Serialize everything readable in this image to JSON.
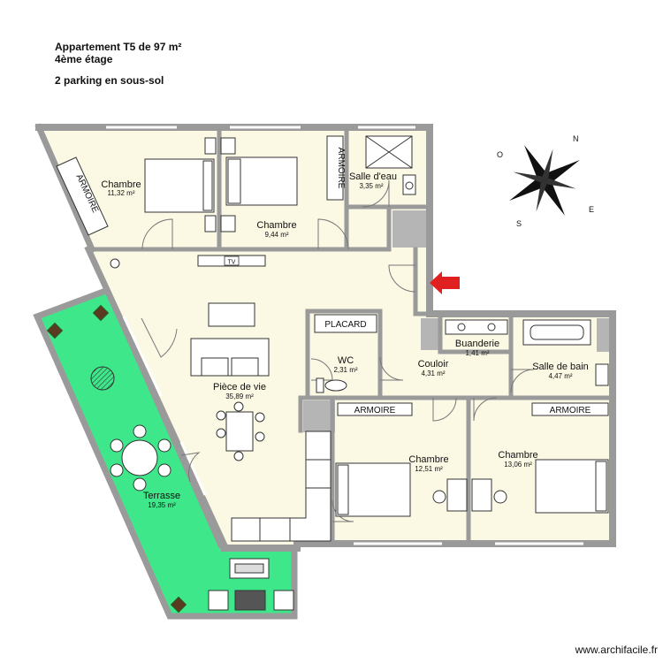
{
  "header": {
    "title": "Appartement T5 de 97 m²",
    "floor": "4ème étage",
    "parking": "2 parking en sous-sol"
  },
  "rooms": {
    "chambre1": {
      "name": "Chambre",
      "area": "11,32 m²"
    },
    "chambre2": {
      "name": "Chambre",
      "area": "9,44 m²"
    },
    "salle_eau": {
      "name": "Salle d'eau",
      "area": "3,35 m²"
    },
    "piece_vie": {
      "name": "Pièce de vie",
      "area": "35,89 m²"
    },
    "wc": {
      "name": "WC",
      "area": "2,31 m²"
    },
    "buanderie": {
      "name": "Buanderie",
      "area": "1,41 m²"
    },
    "couloir": {
      "name": "Couloir",
      "area": "4,31 m²"
    },
    "salle_bain": {
      "name": "Salle de bain",
      "area": "4,47 m²"
    },
    "chambre3": {
      "name": "Chambre",
      "area": "12,51 m²"
    },
    "chambre4": {
      "name": "Chambre",
      "area": "13,06 m²"
    },
    "terrasse": {
      "name": "Terrasse",
      "area": "19,35 m²"
    }
  },
  "labels": {
    "armoire": "ARMOIRE",
    "placard": "PLACARD",
    "tv": "TV"
  },
  "compass": {
    "n": "N",
    "s": "S",
    "e": "E",
    "o": "O"
  },
  "footer": "www.archifacile.fr",
  "colors": {
    "wall": "#9a9a9a",
    "floor": "#fbf8e4",
    "terrace": "#3ee88a",
    "arrow": "#e02020"
  }
}
